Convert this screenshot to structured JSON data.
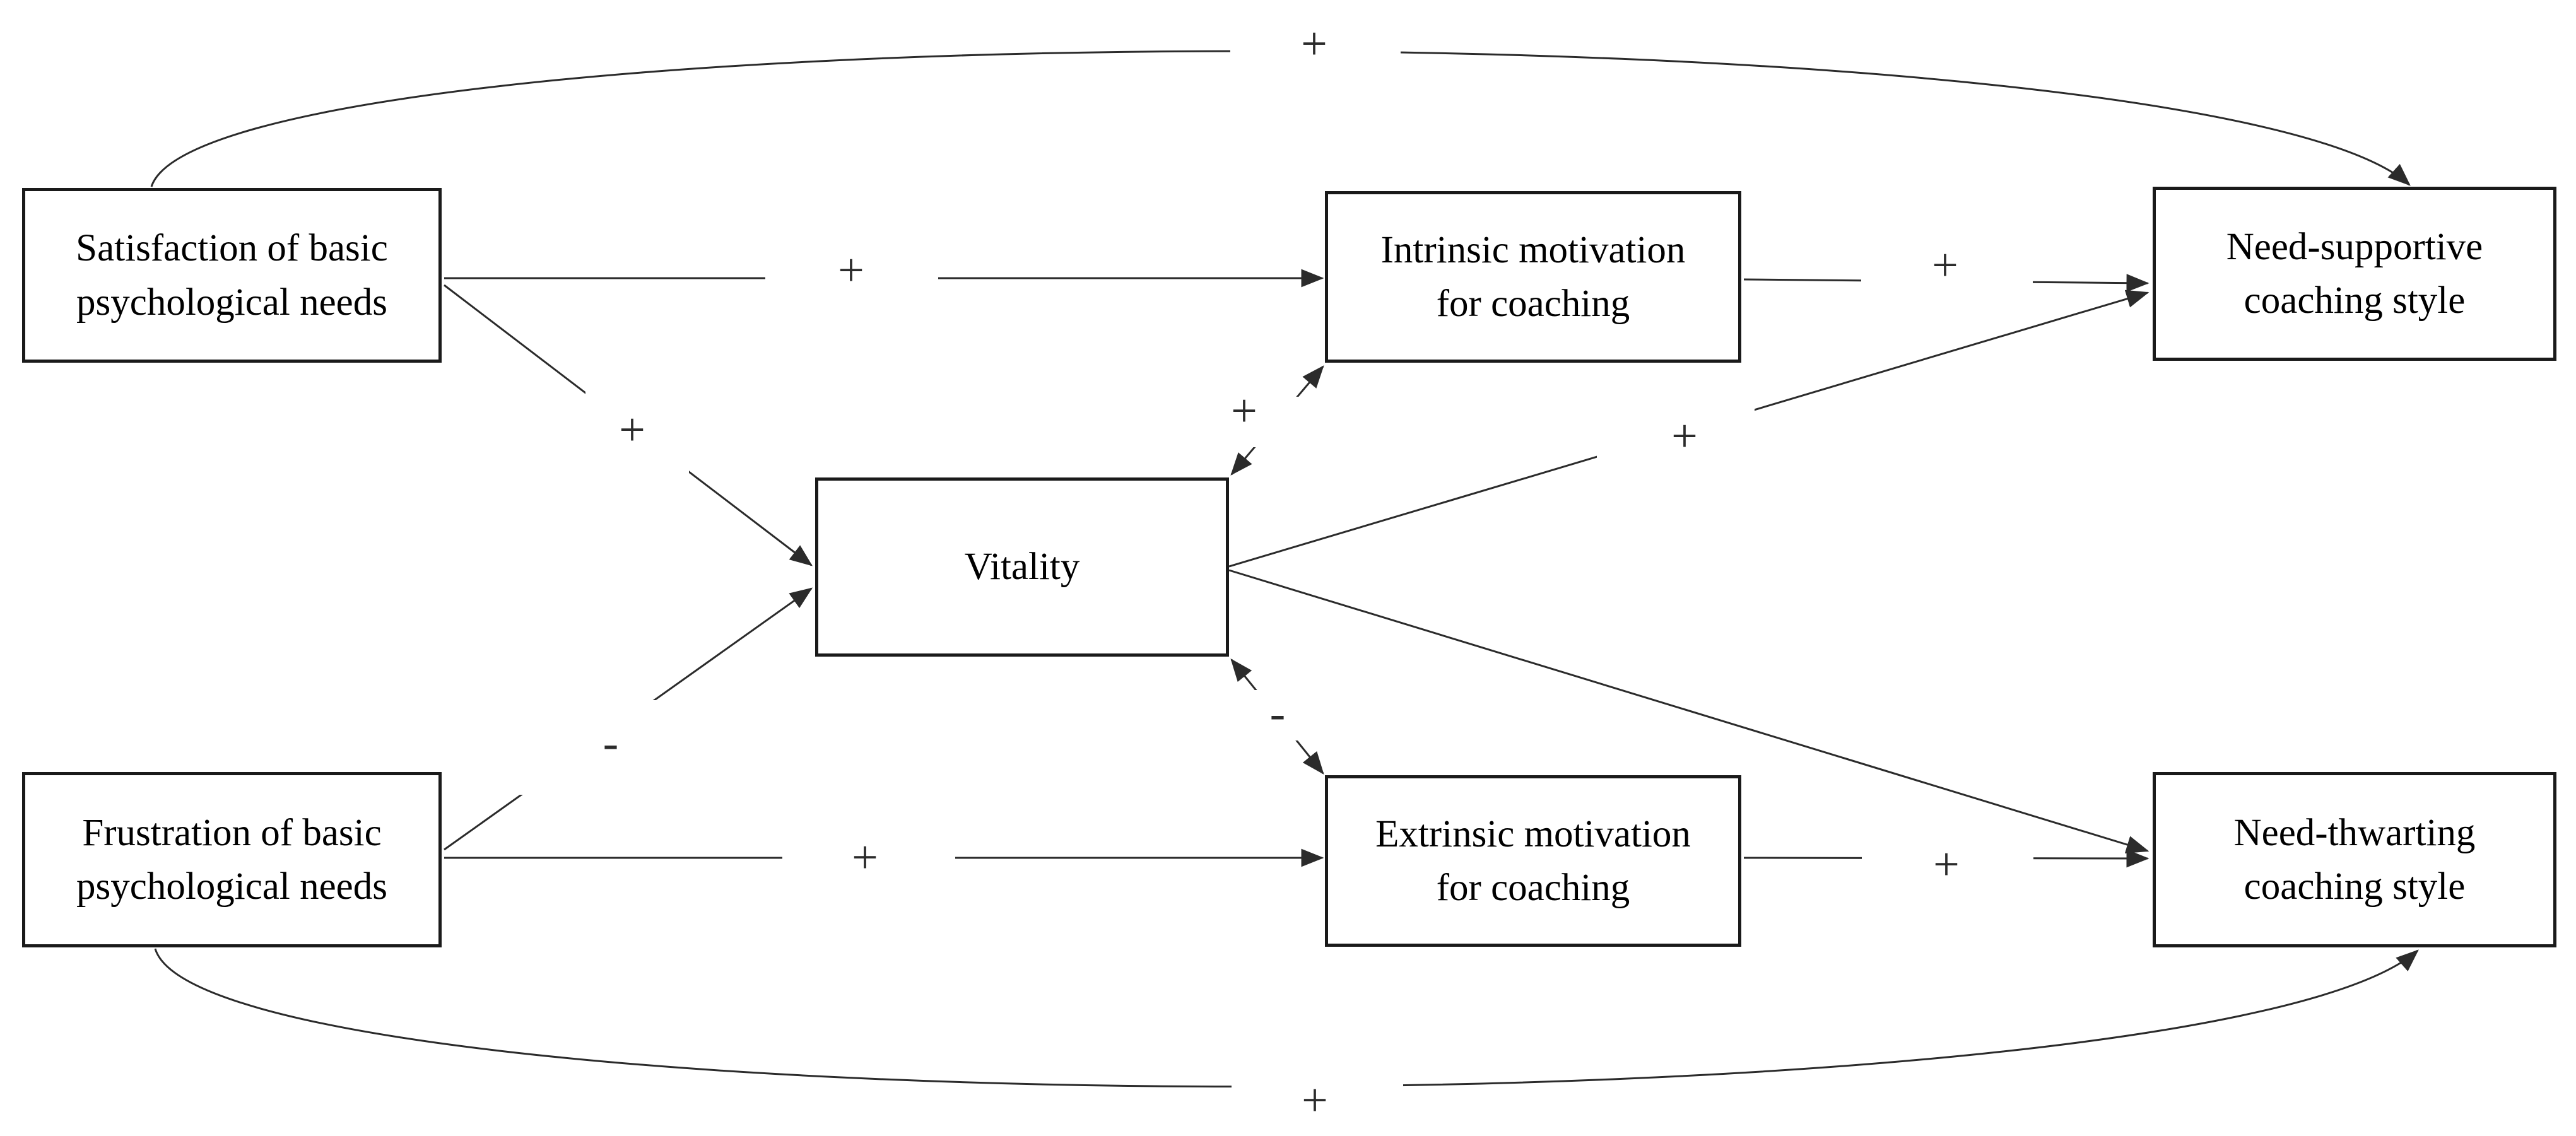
{
  "diagram": {
    "colors": {
      "background": "#ffffff",
      "line": "#2b2b2b",
      "box_border": "#1a1a1a",
      "text": "#000000"
    },
    "nodes": {
      "satisfaction": {
        "label": "Satisfaction of basic\npsychological needs"
      },
      "intrinsic": {
        "label": "Intrinsic motivation\nfor coaching"
      },
      "supportive": {
        "label": "Need-supportive\ncoaching style"
      },
      "vitality": {
        "label": "Vitality"
      },
      "frustration": {
        "label": "Frustration of basic\npsychological needs"
      },
      "extrinsic": {
        "label": "Extrinsic motivation\nfor coaching"
      },
      "thwarting": {
        "label": "Need-thwarting\ncoaching style"
      }
    },
    "edges": {
      "sat_sup_arc": {
        "from": "satisfaction",
        "to": "supportive",
        "sign": "+",
        "shape": "arc",
        "heads": "end"
      },
      "sat_intr": {
        "from": "satisfaction",
        "to": "intrinsic",
        "sign": "+",
        "shape": "straight",
        "heads": "end"
      },
      "intr_sup": {
        "from": "intrinsic",
        "to": "supportive",
        "sign": "+",
        "shape": "straight",
        "heads": "end"
      },
      "sat_vit": {
        "from": "satisfaction",
        "to": "vitality",
        "sign": "+",
        "shape": "straight",
        "heads": "end"
      },
      "fru_vit": {
        "from": "frustration",
        "to": "vitality",
        "sign": "-",
        "shape": "straight",
        "heads": "end"
      },
      "fru_ext": {
        "from": "frustration",
        "to": "extrinsic",
        "sign": "+",
        "shape": "straight",
        "heads": "end"
      },
      "ext_thw": {
        "from": "extrinsic",
        "to": "thwarting",
        "sign": "+",
        "shape": "straight",
        "heads": "end"
      },
      "vit_intr": {
        "from": "vitality",
        "to": "intrinsic",
        "sign": "+",
        "shape": "straight",
        "heads": "both"
      },
      "vit_ext": {
        "from": "vitality",
        "to": "extrinsic",
        "sign": "-",
        "shape": "straight",
        "heads": "both"
      },
      "vit_sup": {
        "from": "vitality",
        "to": "supportive",
        "sign": "+",
        "shape": "straight",
        "heads": "end"
      },
      "vit_thw": {
        "from": "vitality",
        "to": "thwarting",
        "sign": "",
        "shape": "straight",
        "heads": "end"
      },
      "fru_thw_arc": {
        "from": "frustration",
        "to": "thwarting",
        "sign": "+",
        "shape": "arc",
        "heads": "end"
      }
    }
  }
}
